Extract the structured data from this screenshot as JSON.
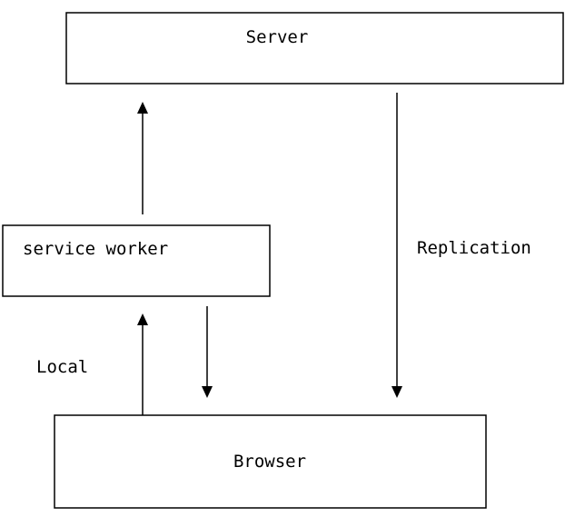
{
  "diagram": {
    "nodes": {
      "server": {
        "label": "Server"
      },
      "service_worker": {
        "label": "service worker"
      },
      "browser": {
        "label": "Browser"
      }
    },
    "edges": {
      "local": {
        "label": "Local"
      },
      "replication": {
        "label": "Replication"
      }
    }
  }
}
